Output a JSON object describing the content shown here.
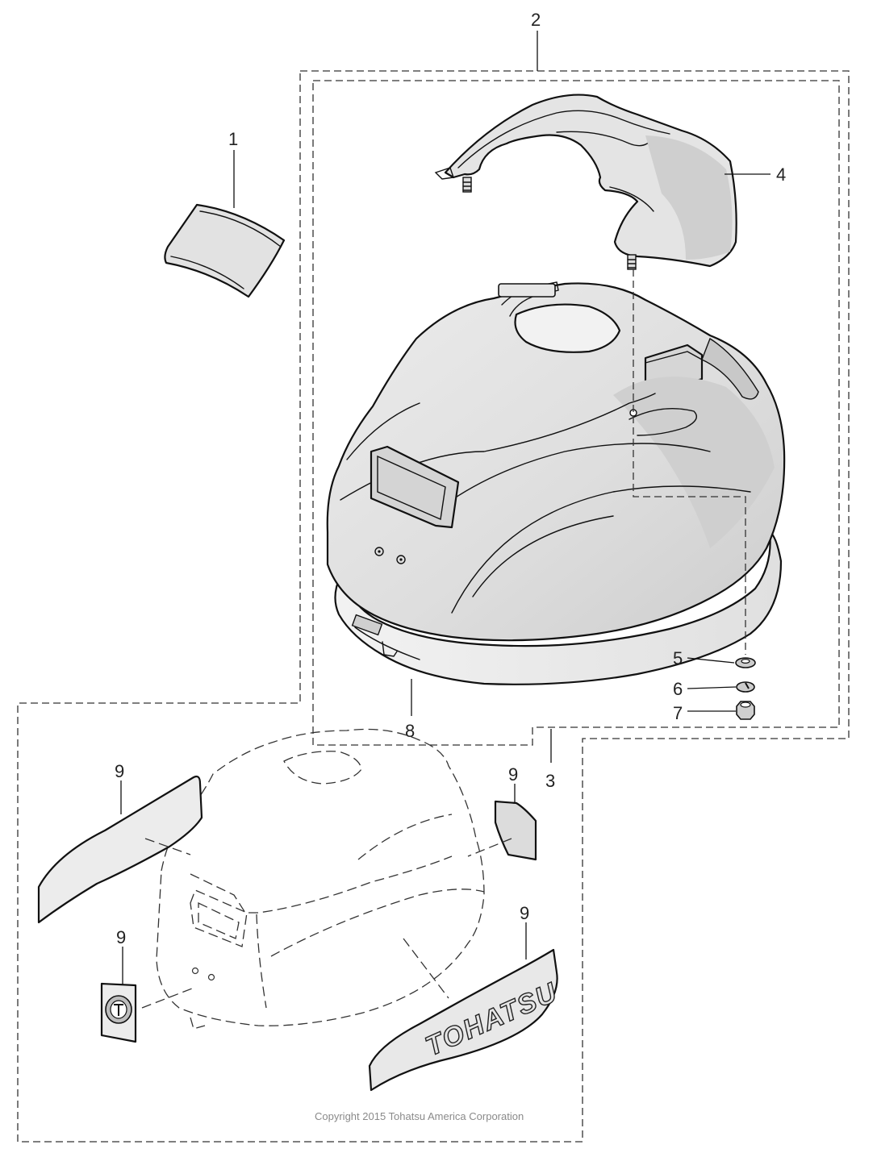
{
  "callouts": {
    "c1": "1",
    "c2": "2",
    "c3": "3",
    "c4": "4",
    "c5": "5",
    "c6": "6",
    "c7": "7",
    "c8": "8",
    "c9a": "9",
    "c9b": "9",
    "c9c": "9",
    "c9d": "9"
  },
  "decal_brand_text": "TOHATSU",
  "copyright": "Copyright 2015 Tohatsu America Corporation",
  "colors": {
    "line": "#111111",
    "part_fill": "#e3e3e3",
    "part_shade": "#cfcfcf",
    "highlight": "#f4f4f4"
  }
}
